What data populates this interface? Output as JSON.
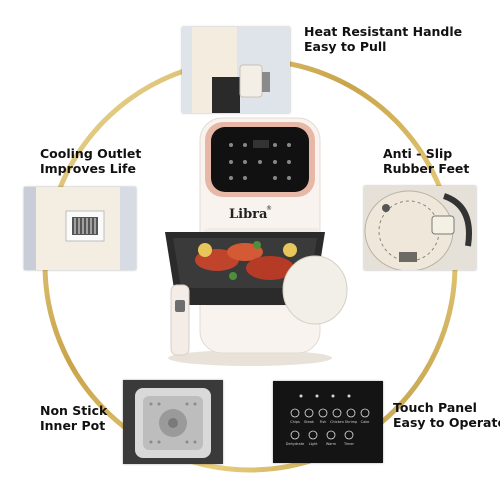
{
  "brand": "Libra",
  "brand_mark": "®",
  "features": [
    {
      "id": "handle",
      "line1": "Heat Resistant Handle",
      "line2": "Easy to Pull"
    },
    {
      "id": "cooling",
      "line1": "Cooling Outlet",
      "line2": "Improves Life"
    },
    {
      "id": "feet",
      "line1": "Anti - Slip",
      "line2": "Rubber Feet"
    },
    {
      "id": "pot",
      "line1": "Non Stick",
      "line2": "Inner Pot"
    },
    {
      "id": "touch",
      "line1": "Touch Panel",
      "line2": "Easy to Operate"
    }
  ],
  "colors": {
    "gold_ring": "#c9a44a",
    "appliance_body": "#f7f1ec",
    "rose_trim": "#e6b6a6",
    "control_panel": "#111111",
    "basket": "#2b2b2b"
  },
  "touch_panel_labels": [
    "Chips",
    "Steak",
    "Fish",
    "Chicken",
    "Shrimp",
    "Cake",
    "Dehydrate",
    "Light",
    "Warm",
    "Timer"
  ]
}
